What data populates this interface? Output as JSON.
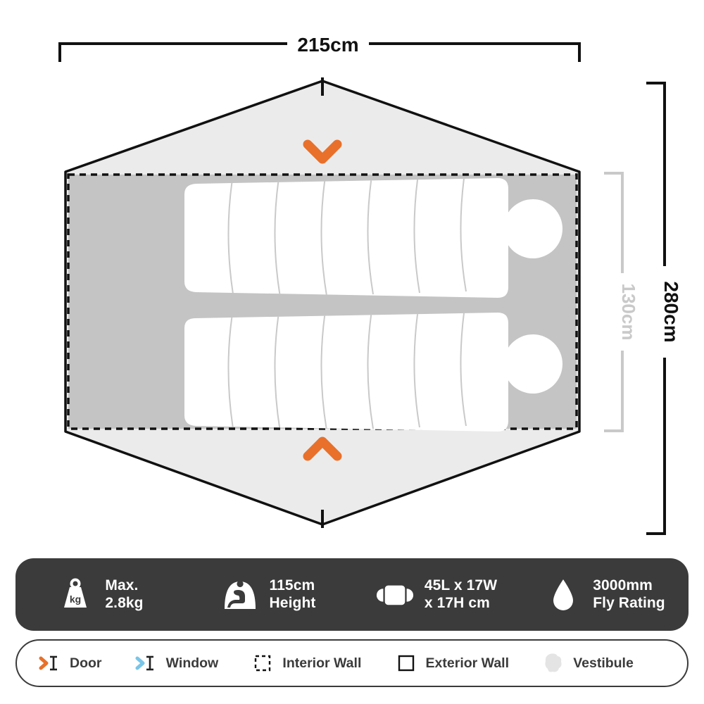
{
  "dimensions": {
    "width_label": "215cm",
    "height_label": "280cm",
    "inner_height_label": "130cm"
  },
  "diagram": {
    "name": "tent-floor-plan",
    "doors": [
      {
        "name": "top-door-chevron",
        "direction": "down"
      },
      {
        "name": "bottom-door-chevron",
        "direction": "up"
      }
    ],
    "sleeping_pads": 2,
    "colors": {
      "accent_orange": "#e8702a",
      "window_blue": "#79c5e8",
      "vestibule_fill": "#ebebeb",
      "interior_floor": "#c4c4c4",
      "pad_fill": "#ffffff",
      "wall_stroke": "#111111",
      "dim_gray": "#c9c9c9",
      "dark_panel": "#3b3b3b"
    }
  },
  "specs": [
    {
      "icon": "weight-icon",
      "icon_label": "kg",
      "text": "Max.\n2.8kg"
    },
    {
      "icon": "tent-height-icon",
      "icon_label": "",
      "text": "115cm\nHeight"
    },
    {
      "icon": "duffel-bag-icon",
      "icon_label": "",
      "text": "45L x 17W\nx 17H cm"
    },
    {
      "icon": "water-drop-icon",
      "icon_label": "",
      "text": "3000mm\nFly Rating"
    }
  ],
  "legend": [
    {
      "icon": "door-icon",
      "label": "Door"
    },
    {
      "icon": "window-icon",
      "label": "Window"
    },
    {
      "icon": "interior-wall-icon",
      "label": "Interior Wall"
    },
    {
      "icon": "exterior-wall-icon",
      "label": "Exterior Wall"
    },
    {
      "icon": "vestibule-icon",
      "label": "Vestibule"
    }
  ]
}
